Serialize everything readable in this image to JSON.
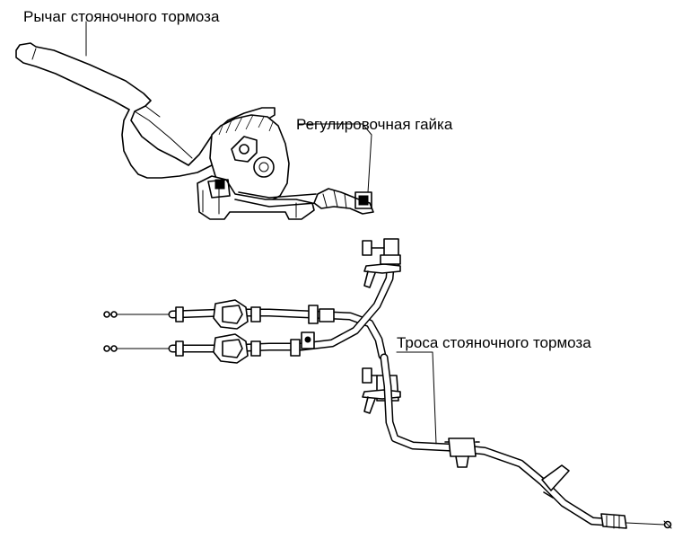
{
  "labels": {
    "lever": "Рычаг стояночного тормоза",
    "nut": "Регулировочная гайка",
    "cables": "Троса стояночного тормоза"
  }
}
